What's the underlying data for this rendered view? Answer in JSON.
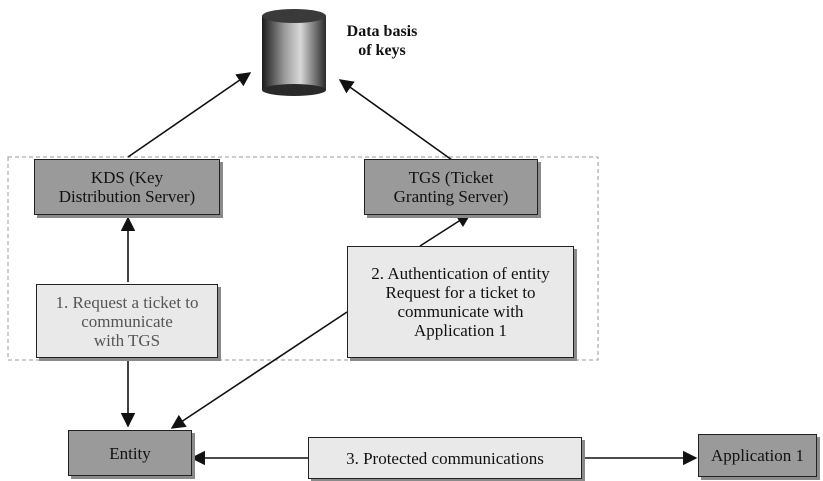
{
  "database": {
    "label": "Data basis\nof keys"
  },
  "kds": {
    "label": "KDS (Key\nDistribution Server)"
  },
  "tgs": {
    "label": "TGS (Ticket\nGranting Server)"
  },
  "step1": {
    "label": "1. Request a ticket to\ncommunicate\nwith TGS"
  },
  "step2": {
    "label": "2. Authentication of entity\nRequest for a ticket to\ncommunicate with\nApplication 1"
  },
  "step3": {
    "label": "3. Protected communications"
  },
  "entity": {
    "label": "Entity"
  },
  "application": {
    "label": "Application 1"
  }
}
